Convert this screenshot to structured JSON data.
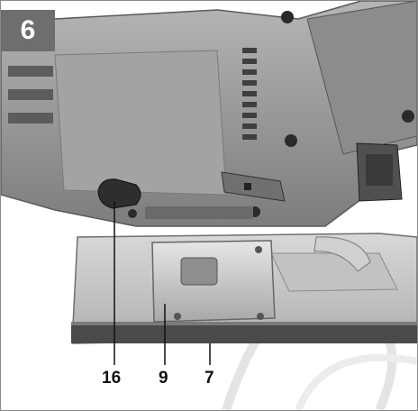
{
  "figure": {
    "step_number": "6",
    "callouts": [
      "16",
      "9",
      "7"
    ],
    "colors": {
      "tool_body": "#9b9b9b",
      "tool_dark": "#4a4a4a",
      "metal": "#c9c9c9",
      "badge": "#6e6e6e",
      "background": "#ffffff"
    }
  }
}
